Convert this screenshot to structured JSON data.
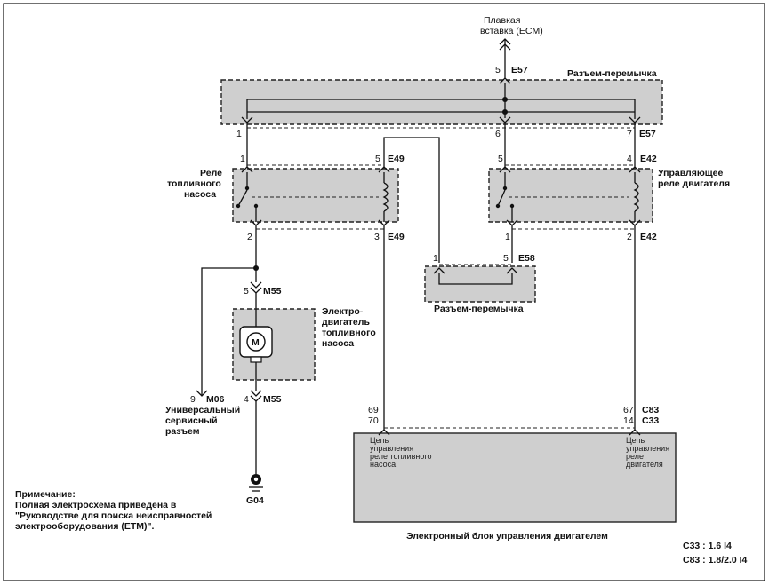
{
  "fuse": {
    "line1": "Плавкая",
    "line2": "вставка (ECM)"
  },
  "jumper_top": {
    "label": "Разъем-перемычка",
    "pin_top": "5",
    "id": "E57",
    "pin_left": "1",
    "pin_mid": "6",
    "pin_right": "7",
    "id_right": "E57"
  },
  "fuel_relay": {
    "line1": "Реле",
    "line2": "топливного",
    "line3": "насоса",
    "pin_tl": "1",
    "pin_tr": "5",
    "id_top": "E49",
    "pin_bl": "2",
    "pin_br": "3",
    "id_bottom": "E49"
  },
  "engine_relay": {
    "line1": "Управляющее",
    "line2": "реле двигателя",
    "pin_tl": "5",
    "pin_tr": "4",
    "id_top": "E42",
    "pin_bl": "1",
    "pin_br": "2",
    "id_bottom": "E42"
  },
  "jumper_mid": {
    "label": "Разъем-перемычка",
    "pin_left": "1",
    "pin_right": "5",
    "id": "E58"
  },
  "motor": {
    "line1": "Электро-",
    "line2": "двигатель",
    "line3": "топливного",
    "line4": "насоса",
    "symbol": "M",
    "pin_top": "5",
    "id_top": "M55",
    "pin_bottom": "4",
    "id_bottom": "M55"
  },
  "service": {
    "pin": "9",
    "id": "M06",
    "line1": "Универсальный",
    "line2": "сервисный",
    "line3": "разъем"
  },
  "ground": {
    "id": "G04"
  },
  "ecm": {
    "label": "Электронный блок управления двигателем",
    "pin_left_a": "69",
    "pin_left_b": "70",
    "pin_right_a": "67",
    "id_right_a": "C83",
    "pin_right_b": "14",
    "id_right_b": "C33",
    "left_l1": "Цепь",
    "left_l2": "управления",
    "left_l3": "реле топливного",
    "left_l4": "насоса",
    "right_l1": "Цепь",
    "right_l2": "управления",
    "right_l3": "реле",
    "right_l4": "двигателя"
  },
  "note": {
    "title": "Примечание:",
    "line1": "Полная электросхема приведена в",
    "line2": "\"Руководстве для поиска неисправностей",
    "line3": "электрооборудования (ETM)\"."
  },
  "legend": {
    "line1": "C33 : 1.6 I4",
    "line2": "C83 : 1.8/2.0 I4"
  }
}
